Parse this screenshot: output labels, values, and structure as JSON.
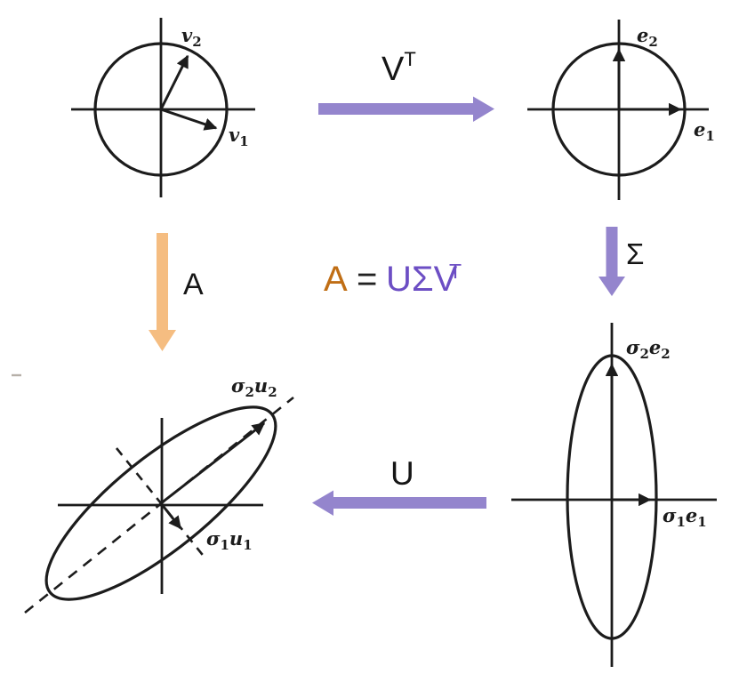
{
  "colors": {
    "ink": "#1c1c1c",
    "purple_arrow": "#9485CD",
    "orange_arrow": "#F5BD81",
    "formula_a_orange": "#C06E15",
    "formula_usv_purple": "#6C4EC4"
  },
  "formula": {
    "lhs": "A",
    "eq": "=",
    "rhs": "UΣV",
    "sup": "T"
  },
  "maps": {
    "vt": {
      "base": "V",
      "sup": "T"
    },
    "a": {
      "label": "A"
    },
    "sigma": {
      "label": "Σ"
    },
    "u": {
      "label": "U"
    }
  },
  "panels": {
    "top_left": {
      "v2": {
        "base": "v",
        "sub": "2"
      },
      "v1": {
        "base": "v",
        "sub": "1"
      }
    },
    "top_right": {
      "e2": {
        "base": "e",
        "sub": "2"
      },
      "e1": {
        "base": "e",
        "sub": "1"
      }
    },
    "bottom_right": {
      "s2e2": {
        "sigma": "σ",
        "sigma_sub": "2",
        "vec": "e",
        "vec_sub": "2"
      },
      "s1e1": {
        "sigma": "σ",
        "sigma_sub": "1",
        "vec": "e",
        "vec_sub": "1"
      }
    },
    "bottom_left": {
      "s2u2": {
        "sigma": "σ",
        "sigma_sub": "2",
        "vec": "u",
        "vec_sub": "2"
      },
      "s1u1": {
        "sigma": "σ",
        "sigma_sub": "1",
        "vec": "u",
        "vec_sub": "1"
      }
    }
  }
}
